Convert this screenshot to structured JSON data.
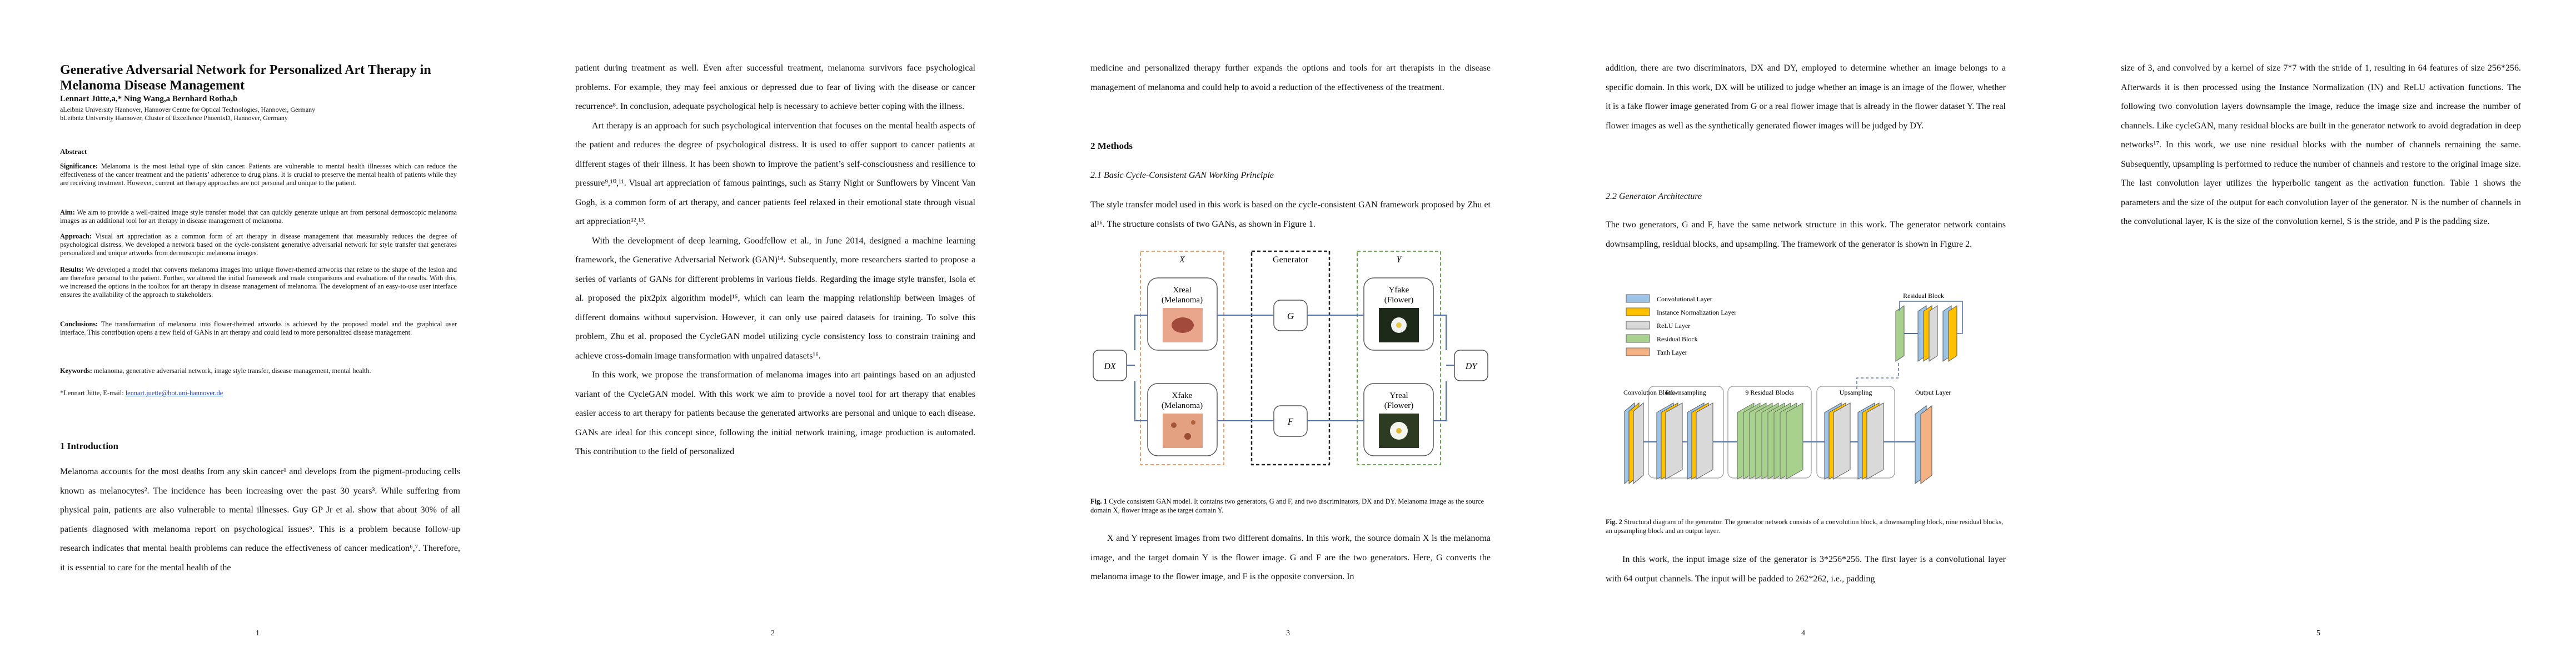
{
  "paper": {
    "title": "Generative Adversarial Network for Personalized Art Therapy in Melanoma Disease Management",
    "authors": "Lennart Jütte,a,* Ning Wang,a Bernhard Rotha,b",
    "affiliation_a": "aLeibniz University Hannover, Hannover Centre for Optical Technologies, Hannover, Germany",
    "affiliation_b": "bLeibniz University Hannover, Cluster of Excellence PhoenixD, Hannover, Germany",
    "abstract_heading": "Abstract",
    "abstract": [
      {
        "label": "Significance:",
        "text": " Melanoma is the most lethal type of skin cancer. Patients are vulnerable to mental health illnesses which can reduce the effectiveness of the cancer treatment and the patients’ adherence to drug plans. It is crucial to preserve the mental health of patients while they are receiving treatment. However, current art therapy approaches are not personal and unique to the patient."
      },
      {
        "label": "Aim:",
        "text": " We aim to provide a well-trained image style transfer model that can quickly generate unique art from personal dermoscopic melanoma images as an additional tool for art therapy in disease management of melanoma."
      },
      {
        "label": "Approach:",
        "text": " Visual art appreciation as a common form of art therapy in disease management that measurably reduces the degree of psychological distress. We developed a network based on the cycle-consistent generative adversarial network for style transfer that generates personalized and unique artworks from dermoscopic melanoma images."
      },
      {
        "label": "Results:",
        "text": " We developed a model that converts melanoma images into unique flower-themed artworks that relate to the shape of the lesion and are therefore personal to the patient. Further, we altered the initial framework and made comparisons and evaluations of the results. With this, we increased the options in the toolbox for art therapy in disease management of melanoma. The development of an easy-to-use user interface ensures the availability of the approach to stakeholders."
      },
      {
        "label": "Conclusions:",
        "text": " The transformation of melanoma into flower-themed artworks is achieved by the proposed model and the graphical user interface. This contribution opens a new field of GANs in art therapy and could lead to more personalized disease management."
      }
    ],
    "keywords_label": "Keywords:",
    "keywords": " melanoma, generative adversarial network, image style transfer, disease management, mental health.",
    "email_label": "*Lennart Jütte, E-mail: ",
    "email": "lennart.juette@hot.uni-hannover.de",
    "section1": "1     Introduction",
    "section2": "2     Methods",
    "sub21": "2.1 Basic Cycle-Consistent GAN Working Principle",
    "sub22": "2.2  Generator Architecture"
  },
  "pages": {
    "p1_body": [
      "Melanoma accounts for the most deaths from any skin cancer¹ and develops from the pigment-producing cells known as melanocytes². The incidence has been increasing over the past 30 years³. While suffering from physical pain, patients are also vulnerable to mental illnesses. Guy GP Jr et al. show that about 30% of all patients diagnosed with melanoma report on psychological issues⁵. This is a problem because follow-up research indicates that mental health problems can reduce the effectiveness of cancer medication⁶,⁷. Therefore, it is essential to care for the mental health of the"
    ],
    "p2_body": [
      "patient during treatment as well. Even after successful treatment, melanoma survivors face psychological problems. For example, they may feel anxious or depressed due to fear of living with the disease or cancer recurrence⁸. In conclusion, adequate psychological help is necessary to achieve better coping with the illness.",
      "Art therapy is an approach for such psychological intervention that focuses on the mental health aspects of the patient and reduces the degree of psychological distress. It is used to offer support to cancer patients at different stages of their illness. It has been shown to improve the patient’s self-consciousness and resilience to pressure⁹,¹⁰,¹¹. Visual art appreciation of famous paintings, such as Starry Night or Sunflowers by Vincent Van Gogh, is a common form of art therapy, and cancer patients feel relaxed in their emotional state through visual art appreciation¹²,¹³.",
      "With the development of deep learning, Goodfellow et al., in June 2014, designed a machine learning framework, the Generative Adversarial Network (GAN)¹⁴. Subsequently, more researchers started to propose a series of variants of GANs for different problems in various fields. Regarding the image style transfer, Isola et al. proposed the pix2pix algorithm model¹⁵, which can learn the mapping relationship between images of different domains without supervision. However, it can only use paired datasets for training. To solve this problem, Zhu et al. proposed the CycleGAN model utilizing cycle consistency loss to constrain training and achieve cross-domain image transformation with unpaired datasets¹⁶.",
      "In this work, we propose the transformation of melanoma images into art paintings based on an adjusted variant of the CycleGAN model. With this work we aim to provide a novel tool for art therapy that enables easier access to art therapy for patients because the generated artworks are personal and unique to each disease. GANs are ideal for this concept since, following the initial network training, image production is automated. This contribution to the field of personalized"
    ],
    "p3_top": "medicine and personalized therapy further expands the options and tools for art therapists in the disease management of melanoma and could help to avoid a reduction of the effectiveness of the treatment.",
    "p3_body": "The style transfer model used in this work is based on the cycle-consistent GAN framework proposed by Zhu et al¹⁶. The structure consists of two GANs, as shown in Figure 1.",
    "fig1_caption_label": "Fig. 1",
    "fig1_caption": " Cycle consistent GAN model. It contains two generators, G and F, and two discriminators, DX and DY. Melanoma image as the source domain X, flower image as the target domain Y.",
    "p3_after": [
      "X and Y represent images from two different domains. In this work, the source domain X is the melanoma image, and the target domain Y is the flower image. G and F are the two generators. Here, G converts the melanoma image to the flower image, and F is the opposite conversion. In"
    ],
    "p4_top": "addition, there are two discriminators, DX and DY, employed to determine whether an image belongs to a specific domain. In this work, DX will be utilized to judge whether an image is an image of the flower, whether it is a fake flower image generated from G or a real flower image that is already in the flower dataset Y. The real flower images as well as the synthetically generated flower images will be judged by DY.",
    "p4_body": "The two generators, G and F, have the same network structure in this work. The generator network contains downsampling, residual blocks, and upsampling. The framework of the generator is shown in Figure 2.",
    "fig2_caption_label": "Fig. 2",
    "fig2_caption": " Structural diagram of the generator. The generator network consists of a convolution block, a downsampling block, nine residual blocks, an upsampling block and an output layer.",
    "p4_after": "In this work, the input image size of the generator is 3*256*256. The first layer is a convolutional layer with 64 output channels. The input will be padded to 262*262, i.e., padding",
    "p5_body": "size of 3, and convolved by a kernel of size 7*7 with the stride of 1, resulting in 64 features of size 256*256. Afterwards it is then processed using the Instance Normalization (IN) and ReLU activation functions. The following two convolution layers downsample the image, reduce the image size and increase the number of channels. Like cycleGAN, many residual blocks are built in the generator network to avoid degradation in deep networks¹⁷. In this work, we use nine residual blocks with the number of channels remaining the same. Subsequently, upsampling is performed to reduce the number of channels and restore to the original image size. The last convolution layer utilizes the hyperbolic tangent as the activation function. Table 1 shows the parameters and the size of the output for each convolution layer of the generator. N is the number of channels in the convolutional layer, K is the size of the convolution kernel, S is the stride, and P is the padding size.",
    "page_numbers": [
      "1",
      "2",
      "3",
      "4",
      "5"
    ]
  },
  "fig1": {
    "x_label": "X",
    "y_label": "Y",
    "gen_label": "Generator",
    "x_real": "Xreal",
    "x_real_sub": "(Melanoma)",
    "x_fake": "Xfake",
    "x_fake_sub": "(Melanoma)",
    "y_fake": "Yfake",
    "y_fake_sub": "(Flower)",
    "y_real": "Yreal",
    "y_real_sub": "(Flower)",
    "g": "G",
    "f": "F",
    "dx": "DX",
    "dy": "DY"
  },
  "fig2": {
    "legend": [
      "Convolutional Layer",
      "Instance Normalization Layer",
      "ReLU Layer",
      "Residual Block",
      "Tanh Layer"
    ],
    "legend_colors": [
      "#9dc3e6",
      "#ffc000",
      "#d9d9d9",
      "#a9d18e",
      "#f4b183"
    ],
    "residual_block": "Residual Block",
    "conv_block": "Convolution Block",
    "downsampling": "Downsampling",
    "nine_res": "9 Residual Blocks",
    "upsampling": "Upsampling",
    "output": "Output Layer"
  }
}
